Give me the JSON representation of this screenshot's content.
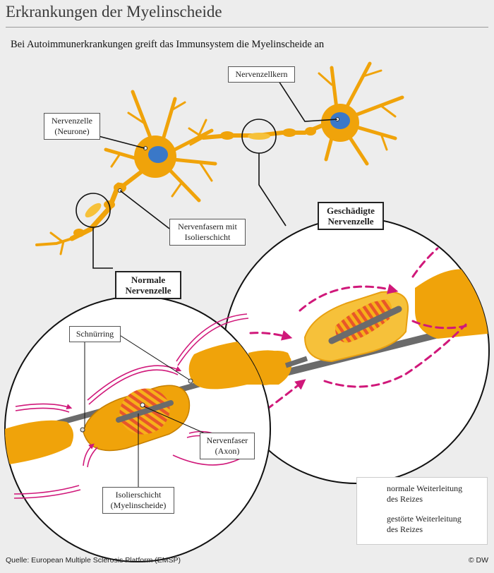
{
  "header": {
    "title": "Erkrankungen der Myelinscheide",
    "subtitle": "Bei Autoimmunerkrankungen greift das Immunsystem die Myelinscheide an"
  },
  "labels": {
    "nervenzellkern": "Nervenzellkern",
    "nervenzelle_l1": "Nervenzelle",
    "nervenzelle_l2": "(Neurone)",
    "nervenfasern_l1": "Nervenfasern mit",
    "nervenfasern_l2": "Isolierschicht",
    "schnuerring": "Schnürring",
    "nervenfaser_l1": "Nervenfaser",
    "nervenfaser_l2": "(Axon)",
    "isolierschicht_l1": "Isolierschicht",
    "isolierschicht_l2": "(Myelinscheide)"
  },
  "tags": {
    "normal_l1": "Normale",
    "normal_l2": "Nervenzelle",
    "damaged_l1": "Geschädigte",
    "damaged_l2": "Nervenzelle"
  },
  "legend": {
    "normal_l1": "normale Weiterleitung",
    "normal_l2": "des Reizes",
    "disturbed_l1": "gestörte Weiterleitung",
    "disturbed_l2": "des Reizes"
  },
  "footer": {
    "source": "Quelle: European Multiple Sclerosis Platform (EMSP)",
    "credit": "© DW"
  },
  "colors": {
    "background": "#ededed",
    "neuron": "#f0a30a",
    "neuron_dark": "#c57f00",
    "nucleus": "#3a78c8",
    "myelin_light": "#f6c13a",
    "axon": "#6b6b6b",
    "stripe": "#e8562a",
    "signal": "#d0187a"
  }
}
